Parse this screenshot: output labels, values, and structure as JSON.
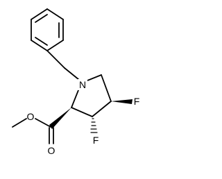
{
  "molecule": {
    "atom_labels": {
      "nitrogen": "N",
      "fluorine_4": "F",
      "fluorine_3": "F",
      "carbonyl_oxygen": "O",
      "ester_oxygen": "O"
    },
    "colors": {
      "bond": "#000000",
      "background": "#ffffff"
    }
  }
}
